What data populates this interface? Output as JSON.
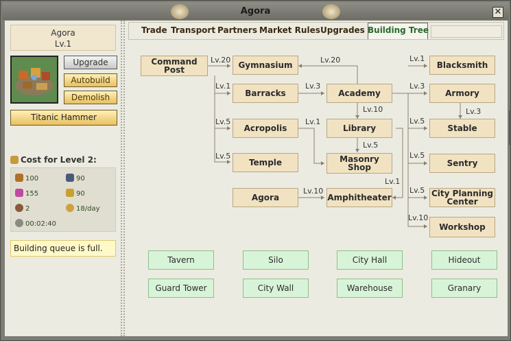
{
  "window": {
    "title": "Agora",
    "close_label": "✕"
  },
  "building": {
    "name": "Agora",
    "level": "Lv.1",
    "buttons": {
      "upgrade": "Upgrade",
      "autobuild": "Autobuild",
      "demolish": "Demolish"
    },
    "hammer": "Titanic Hammer",
    "cost_title": "Cost for Level 2:",
    "cost": {
      "wood": "100",
      "stone": "90",
      "gem": "155",
      "iron": "90",
      "population": "2",
      "upkeep": "18/day",
      "time": "00:02:40"
    },
    "queue_msg": "Building queue is full."
  },
  "tabs": [
    "Trade",
    "Transport",
    "Partners",
    "Market Rules",
    "Upgrades",
    "Building Tree"
  ],
  "tree": {
    "nodes": {
      "command_post": "Command Post",
      "gymnasium": "Gymnasium",
      "barracks": "Barracks",
      "academy": "Academy",
      "acropolis": "Acropolis",
      "library": "Library",
      "temple": "Temple",
      "masonry_shop": "Masonry Shop",
      "agora": "Agora",
      "amphitheater": "Amphitheater",
      "blacksmith": "Blacksmith",
      "armory": "Armory",
      "stable": "Stable",
      "sentry": "Sentry",
      "city_planning_center": "City Planning Center",
      "workshop": "Workshop"
    },
    "levels": {
      "cp_gym": "Lv.20",
      "academy_gym": "Lv.20",
      "cp_barracks": "Lv.1",
      "barracks_academy": "Lv.3",
      "cp_acropolis": "Lv.5",
      "academy_library": "Lv.10",
      "acropolis_masonry": "Lv.1",
      "library_masonry": "Lv.5",
      "cp_temple": "Lv.5",
      "agora_amph": "Lv.10",
      "library_amph": "Lv.1",
      "to_blacksmith": "Lv.1",
      "to_armory": "Lv.3",
      "armory_stable": "Lv.3",
      "to_stable": "Lv.5",
      "to_sentry": "Lv.5",
      "to_cpc": "Lv.5",
      "to_workshop": "Lv.10"
    },
    "standalone": [
      "Tavern",
      "Silo",
      "City Hall",
      "Hideout",
      "Guard Tower",
      "City Wall",
      "Warehouse",
      "Granary"
    ]
  }
}
